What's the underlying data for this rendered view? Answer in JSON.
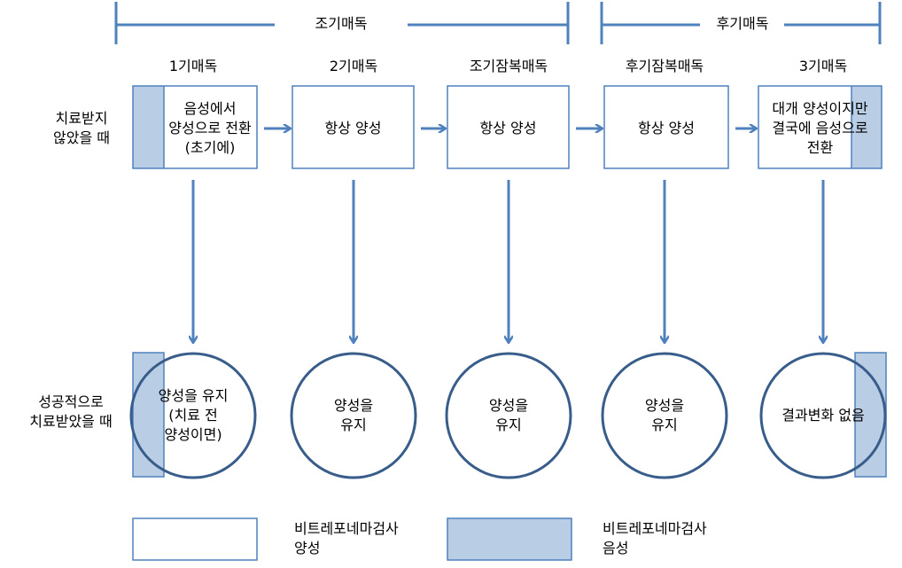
{
  "colors": {
    "line": "#4f81bd",
    "fill": "#b9cde5",
    "circle": "#385d8a"
  },
  "phases": {
    "early": "조기매독",
    "late": "후기매독"
  },
  "stages": [
    "1기매독",
    "2기매독",
    "조기잠복매독",
    "후기잠복매독",
    "3기매독"
  ],
  "rows": {
    "untreated": [
      "치료받지",
      "않았을 때"
    ],
    "treated": [
      "성공적으로",
      "치료받았을 때"
    ]
  },
  "untreated_boxes": [
    [
      "음성에서",
      "양성으로 전환",
      "(초기에)"
    ],
    [
      "항상 양성"
    ],
    [
      "항상 양성"
    ],
    [
      "항상 양성"
    ],
    [
      "대개 양성이지만",
      "결국에 음성으로",
      "전환"
    ]
  ],
  "treated_circles": [
    [
      "양성을 유지",
      "(치료 전",
      "양성이면)"
    ],
    [
      "양성을",
      "유지"
    ],
    [
      "양성을",
      "유지"
    ],
    [
      "양성을",
      "유지"
    ],
    [
      "결과변화 없음"
    ]
  ],
  "legend": [
    {
      "lines": [
        "비트레포네마검사",
        "양성"
      ],
      "shade": "none"
    },
    {
      "lines": [
        "비트레포네마검사",
        "음성"
      ],
      "shade": "blue"
    }
  ]
}
